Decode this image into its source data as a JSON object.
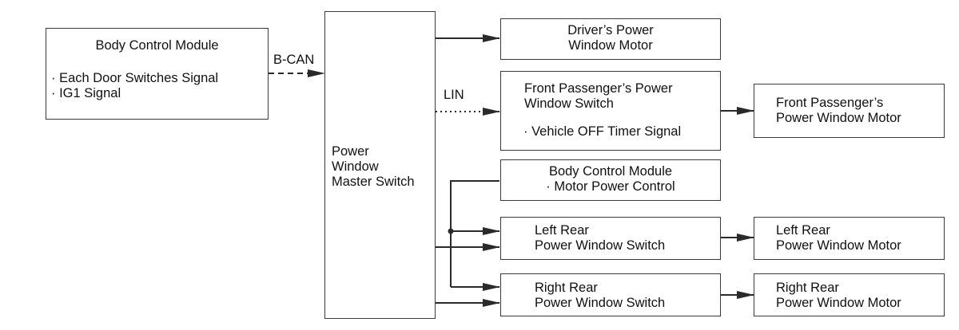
{
  "bcm_main": {
    "title": "Body Control Module",
    "signal_1": "· Each Door Switches Signal",
    "signal_2": "· IG1 Signal"
  },
  "bus_labels": {
    "bcan": "B-CAN",
    "lin": "LIN"
  },
  "master_switch": {
    "label": "Power\nWindow\nMaster Switch"
  },
  "driver_motor": {
    "label": "Driver’s Power\nWindow Motor"
  },
  "front_pass_switch": {
    "label": "Front Passenger’s Power\nWindow Switch",
    "signal": "· Vehicle OFF Timer Signal"
  },
  "front_pass_motor": {
    "label": "Front Passenger’s\nPower Window Motor"
  },
  "bcm_motor_power": {
    "title": "Body Control Module",
    "signal": "· Motor Power Control"
  },
  "left_rear_switch": {
    "label": "Left Rear\nPower Window Switch"
  },
  "left_rear_motor": {
    "label": "Left Rear\nPower Window Motor"
  },
  "right_rear_switch": {
    "label": "Right Rear\nPower Window Switch"
  },
  "right_rear_motor": {
    "label": "Right Rear\nPower Window Motor"
  }
}
